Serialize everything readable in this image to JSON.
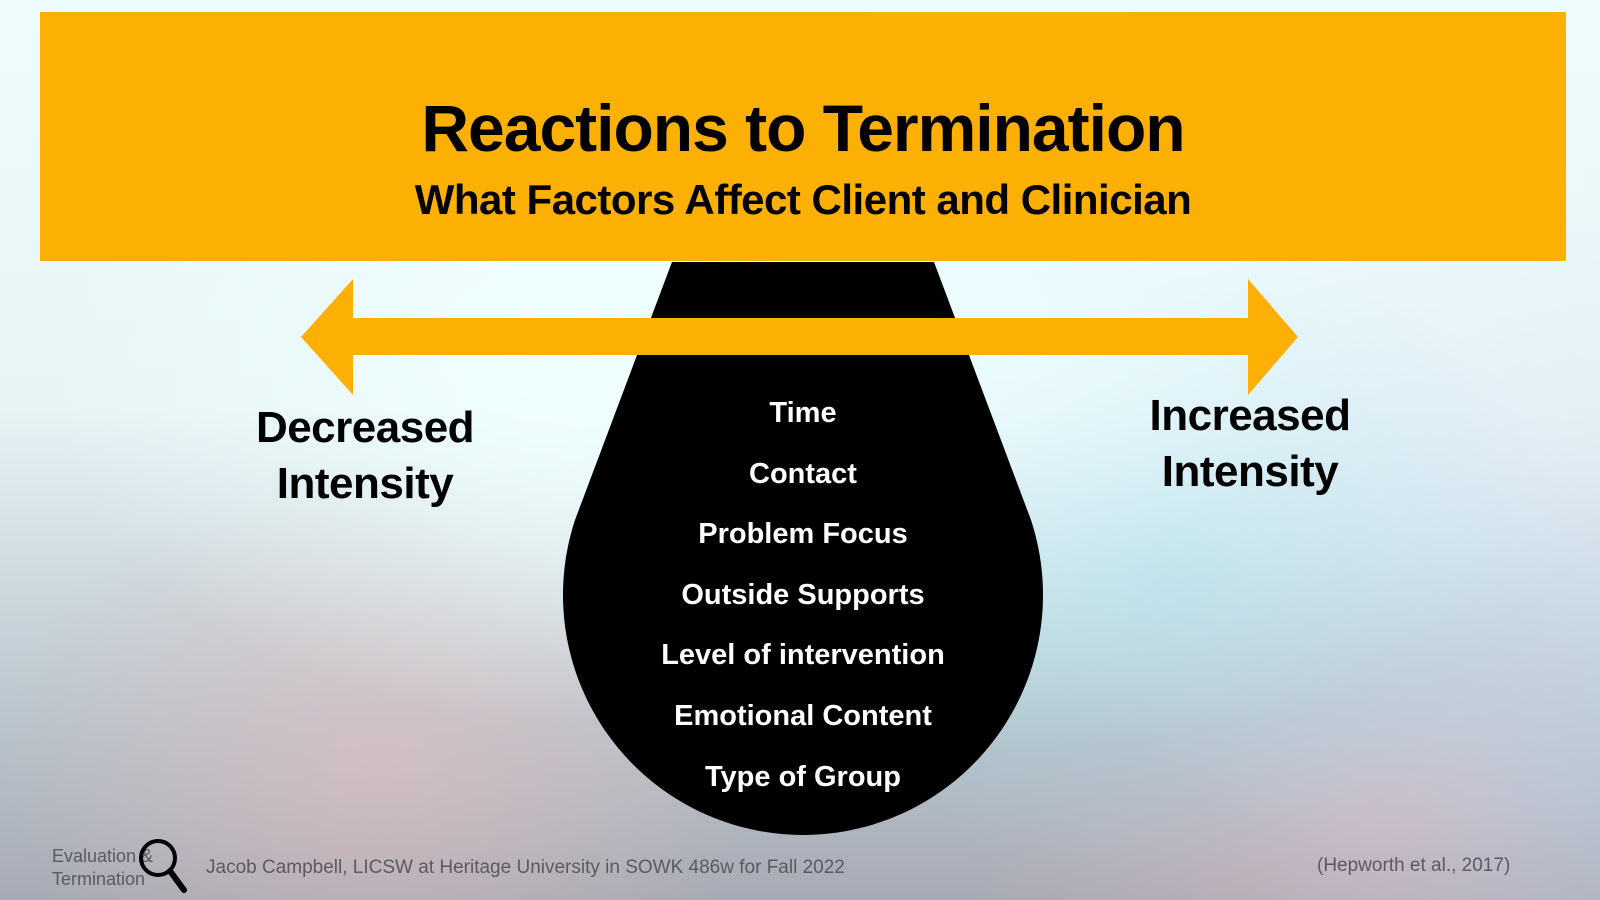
{
  "slide": {
    "title": "Reactions to Termination",
    "subtitle": "What Factors Affect Client and Clinician",
    "colors": {
      "accent": "#fdb004",
      "shape": "#000000",
      "text_dark": "#000000",
      "text_light": "#ffffff",
      "footer_text": "#5a5a60"
    }
  },
  "diagram": {
    "arrow_icon": "double-headed-arrow",
    "left_label": "Decreased Intensity",
    "left_label_lines": [
      "Decreased",
      "Intensity"
    ],
    "right_label": "Increased Intensity",
    "right_label_lines": [
      "Increased",
      "Intensity"
    ],
    "factors": [
      "Time",
      "Contact",
      "Problem Focus",
      "Outside Supports",
      "Level of intervention",
      "Emotional Content",
      "Type of Group"
    ]
  },
  "footer": {
    "logo_line1": "Evaluation &",
    "logo_line2": "Termination",
    "logo_icon": "magnifying-glass-icon",
    "credit": "Jacob Campbell, LICSW at Heritage University in SOWK 486w for Fall 2022",
    "citation": "(Hepworth et al., 2017)"
  }
}
